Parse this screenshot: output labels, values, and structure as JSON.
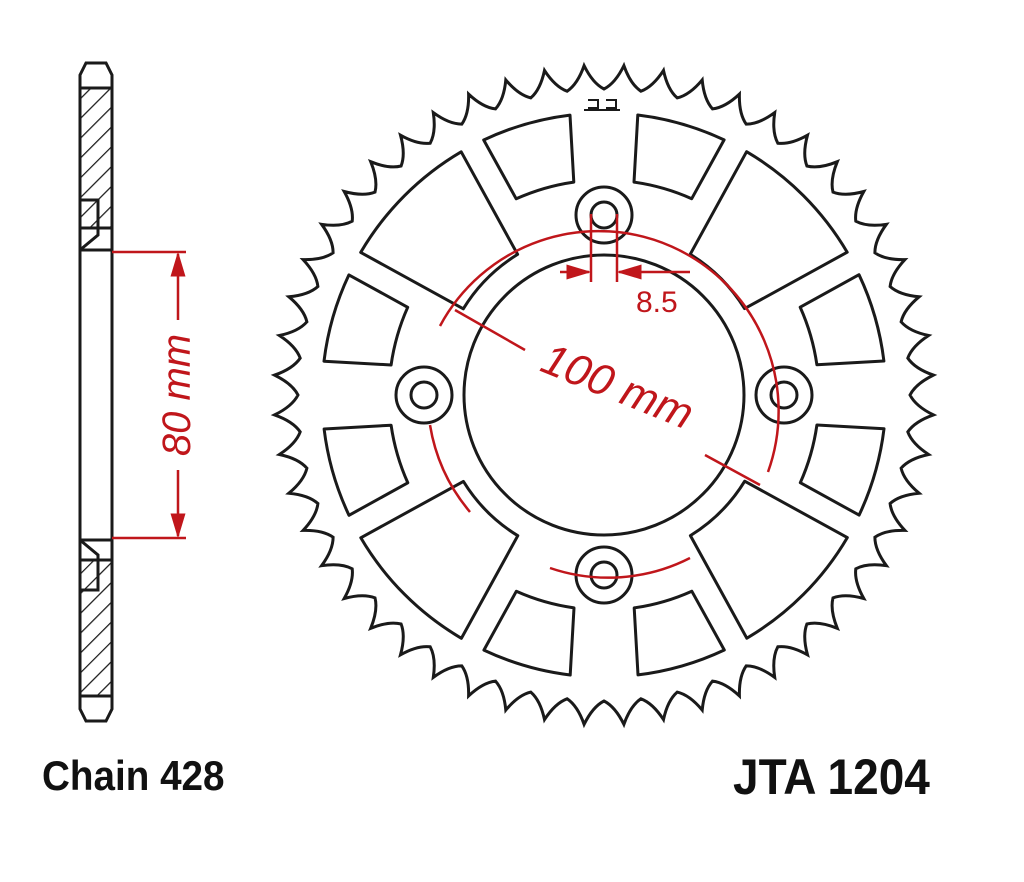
{
  "labels": {
    "chain": "Chain 428",
    "part_number": "JTA 1204",
    "hub_diameter": "80 mm",
    "pcd": "100 mm",
    "bolt_hole": "8.5",
    "logo": "JT"
  },
  "sprocket": {
    "teeth": 52,
    "bolt_holes": 4
  },
  "colors": {
    "outline": "#1a1a1a",
    "dimension": "#c0161b"
  }
}
